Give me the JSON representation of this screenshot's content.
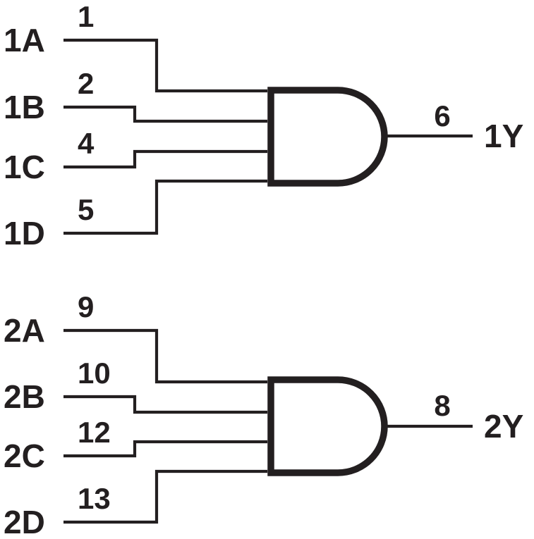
{
  "colors": {
    "line": "#231f20",
    "background": "#ffffff"
  },
  "diagram_type": "logic-schematic",
  "gates": [
    {
      "type": "AND",
      "inputs": [
        {
          "label": "1A",
          "pin": "1"
        },
        {
          "label": "1B",
          "pin": "2"
        },
        {
          "label": "1C",
          "pin": "4"
        },
        {
          "label": "1D",
          "pin": "5"
        }
      ],
      "output": {
        "label": "1Y",
        "pin": "6"
      }
    },
    {
      "type": "AND",
      "inputs": [
        {
          "label": "2A",
          "pin": "9"
        },
        {
          "label": "2B",
          "pin": "10"
        },
        {
          "label": "2C",
          "pin": "12"
        },
        {
          "label": "2D",
          "pin": "13"
        }
      ],
      "output": {
        "label": "2Y",
        "pin": "8"
      }
    }
  ]
}
